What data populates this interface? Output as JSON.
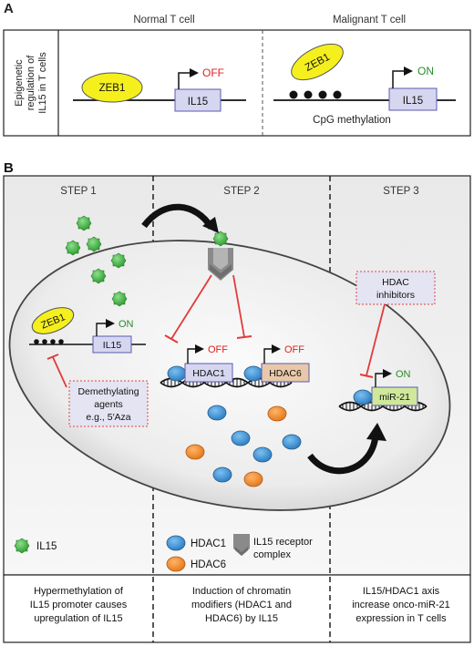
{
  "panel_a": {
    "letter": "A",
    "y_label_lines": [
      "Epigenetic",
      "regulation of",
      "IL15 in T cells"
    ],
    "normal": {
      "title": "Normal T cell",
      "factor": "ZEB1",
      "gene": "IL15",
      "state": "OFF"
    },
    "malignant": {
      "title": "Malignant T cell",
      "factor": "ZEB1",
      "gene": "IL15",
      "state": "ON",
      "methylation_label": "CpG methylation"
    }
  },
  "panel_b": {
    "letter": "B",
    "steps": [
      "STEP 1",
      "STEP 2",
      "STEP 3"
    ],
    "step1": {
      "factor": "ZEB1",
      "gene": "IL15",
      "state": "ON",
      "agents_line1": "Demethylating",
      "agents_line2": "agents",
      "agents_line3": "e.g., 5′Aza"
    },
    "step2": {
      "gene1": "HDAC1",
      "gene2": "HDAC6",
      "state1": "OFF",
      "state2": "OFF"
    },
    "step3": {
      "inhibitor_line1": "HDAC",
      "inhibitor_line2": "inhibitors",
      "gene": "miR-21",
      "state": "ON"
    },
    "legend": {
      "il15": "IL15",
      "hdac1": "HDAC1",
      "hdac6": "HDAC6",
      "receptor_line1": "IL15 receptor",
      "receptor_line2": "complex"
    },
    "summaries": [
      [
        "Hypermethylation of",
        "IL15 promoter causes",
        "upregulation of IL15"
      ],
      [
        "Induction of chromatin",
        "modifiers (HDAC1 and",
        "HDAC6) by IL15"
      ],
      [
        "IL15/HDAC1 axis",
        "increase onco-miR-21",
        "expression in T cells"
      ]
    ]
  },
  "colors": {
    "zeb1_fill": "#f5ef1e",
    "gene_box": "#d6d6f0",
    "off_red": "#e02020",
    "on_green": "#2a8c2a",
    "il15_green": "#3bb43b",
    "hdac1_blue": "#3a8fd6",
    "hdac6_orange": "#f08a2a",
    "inhibit_red": "#e23a3a",
    "mir21_fill": "#cfe89a",
    "hdac6_box": "#e8c8a8"
  }
}
